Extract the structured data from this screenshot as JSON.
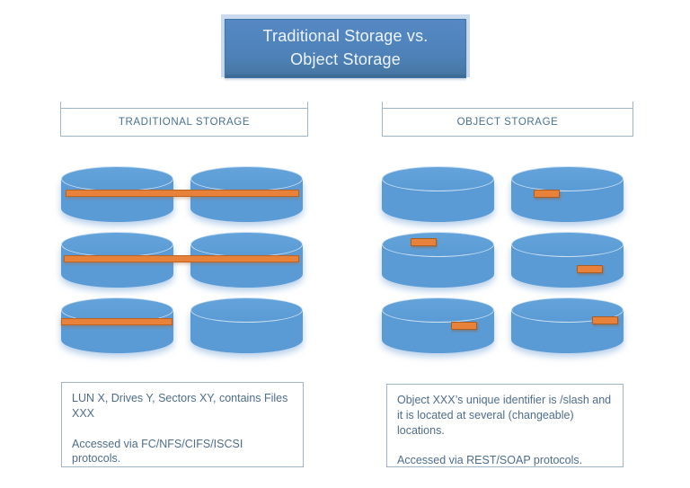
{
  "title": {
    "line1": "Traditional Storage vs.",
    "line2": "Object Storage"
  },
  "sections": {
    "traditional": {
      "header": "TRADITIONAL STORAGE",
      "note_lines": [
        "LUN X, Drives Y, Sectors XY, contains Files XXX",
        "Accessed via FC/NFS/CIFS/ISCSI protocols."
      ],
      "disk_count": 6,
      "stripes": [
        "row1 spans both disks",
        "row2 spans both disks",
        "row3 left disk only"
      ]
    },
    "object": {
      "header": "OBJECT STORAGE",
      "note_lines": [
        "Object XXX’s unique identifier is /slash and it is located at several (changeable) locations.",
        "Accessed via REST/SOAP protocols."
      ],
      "disk_count": 6,
      "chips": [
        "row1-right disk",
        "row2-left disk",
        "row2-right disk",
        "row3-left disk",
        "row3-right disk"
      ]
    }
  },
  "colors": {
    "title_fill": "#4d81b7",
    "title_backing": "#c9dbed",
    "title_border": "#3f72a6",
    "title_text": "#edf4fb",
    "disk_fill": "#5b9bd5",
    "stripe_fill": "#e8813a",
    "stripe_border": "#bb6320",
    "box_border": "#9fb5c7",
    "note_text": "#4d6d8c",
    "header_text": "#45708f"
  }
}
